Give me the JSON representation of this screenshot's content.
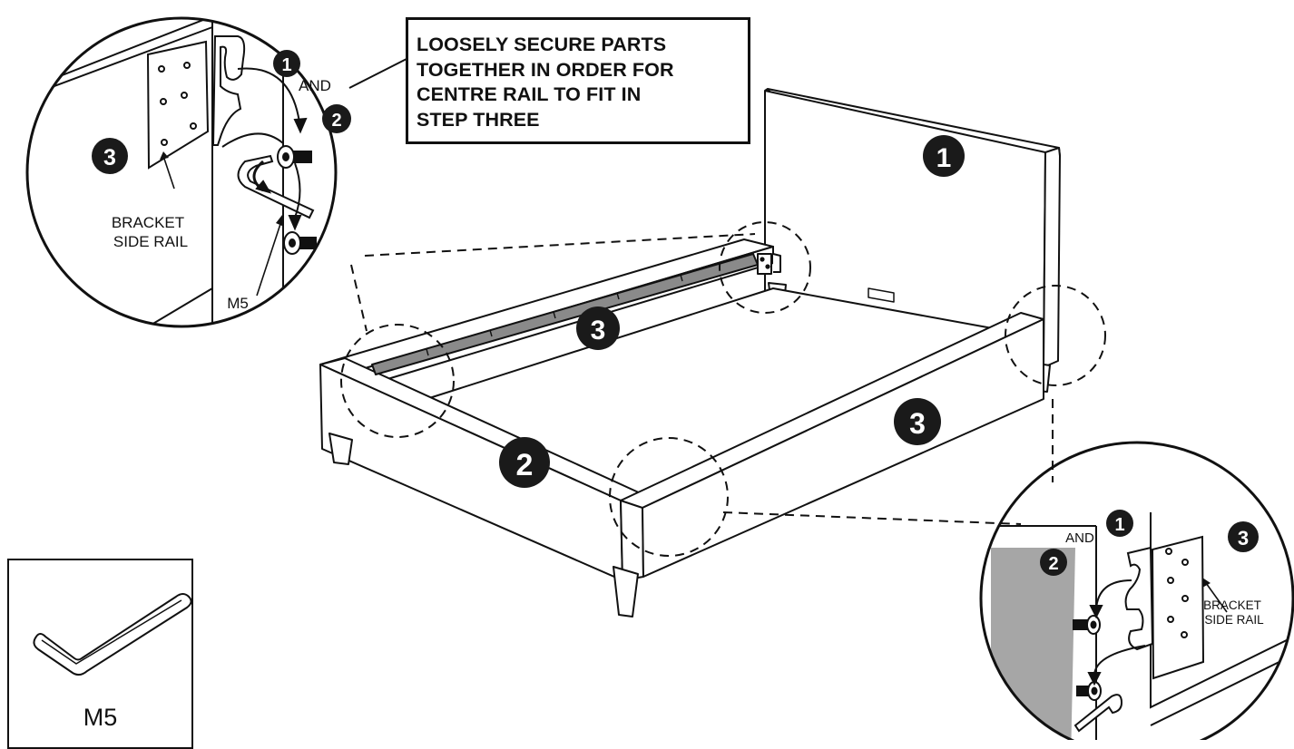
{
  "instruction": {
    "lines": [
      "LOOSELY SECURE PARTS",
      "TOGETHER IN ORDER FOR",
      "CENTRE RAIL TO FIT IN",
      "STEP THREE"
    ]
  },
  "part_numbers": {
    "headboard": "1",
    "footboard": "2",
    "side_rail": "3"
  },
  "detail_left": {
    "conjunction": "AND",
    "bracket_label_line1": "BRACKET",
    "bracket_label_line2": "SIDE RAIL",
    "bolt_label": "M5"
  },
  "detail_right": {
    "conjunction": "AND",
    "bracket_label_line1": "BRACKET",
    "bracket_label_line2": "SIDE RAIL"
  },
  "tool_box": {
    "tool_label": "M5",
    "tool_icon": "allen-key-icon"
  },
  "colors": {
    "ink": "#111111",
    "rail_fill": "#8a8a8a",
    "shade_fill": "#a6a6a6",
    "badge_fill": "#1a1a1a",
    "badge_text": "#ffffff"
  }
}
